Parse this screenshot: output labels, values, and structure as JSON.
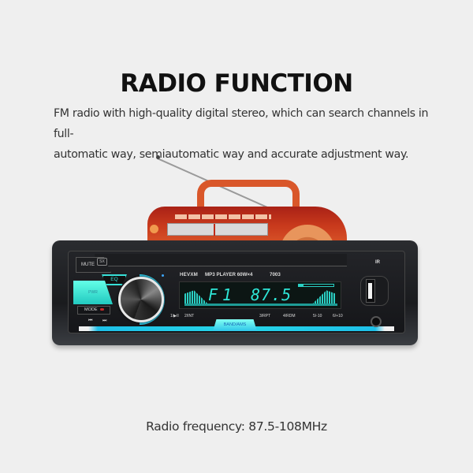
{
  "header": {
    "title": "RADIO FUNCTION",
    "description_line1": "FM radio with high-quality digital stereo, which can search channels in full-",
    "description_line2": "automatic way, semiautomatic way and accurate adjustment way."
  },
  "caption": "Radio frequency: 87.5-108MHz",
  "stereo": {
    "brand": "HEVXM",
    "model_text": "MP3 PLAYER 60W×4",
    "model_number": "7003",
    "ir_label": "IR",
    "buttons": {
      "mute": "MUTE",
      "sx": "SX",
      "eq": "EQ",
      "pwr": "PWR",
      "mode": "MODE",
      "prev": "⏮",
      "next": "⏭",
      "band_ams": "BAND/AMS"
    },
    "presets": [
      "1/▶II",
      "2/INT",
      "3/RPT",
      "4/RDM",
      "5/-10",
      "6/+10"
    ],
    "display": {
      "band": "F1",
      "frequency": "87.5"
    }
  },
  "colors": {
    "background": "#efefef",
    "accent_cyan": "#2ee6d6",
    "radio_red": "#c8391c",
    "unit_body": "#1a1b1e"
  }
}
